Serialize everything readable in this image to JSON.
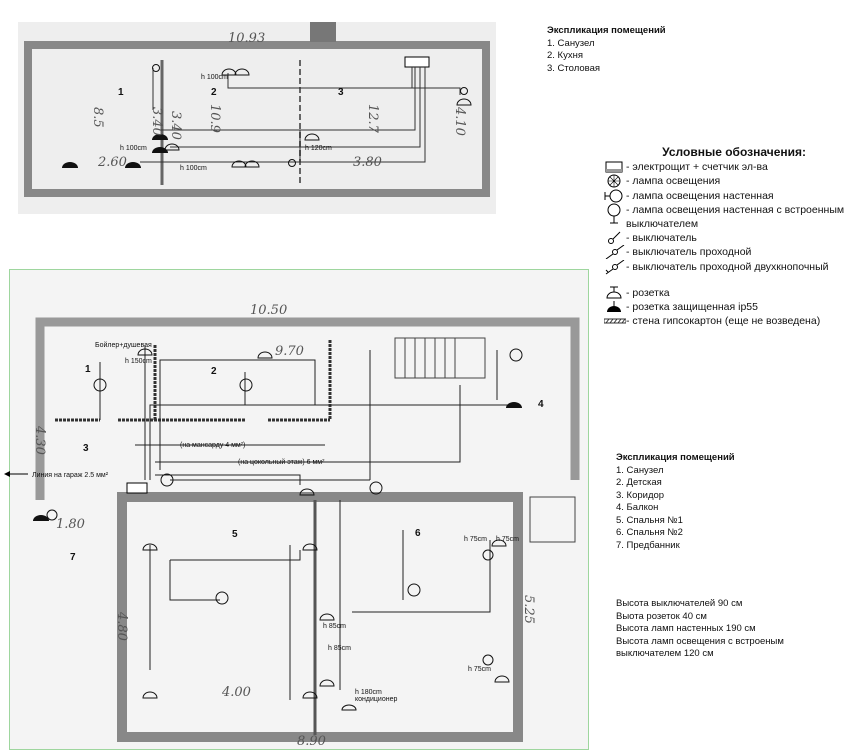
{
  "top_plan": {
    "dimension_top": "10.93",
    "rooms": [
      "1",
      "2",
      "3"
    ],
    "heights": [
      "h 100cm",
      "h 100cm",
      "h 120cm",
      "h 100cm"
    ],
    "handwritten": [
      "2.60",
      "3.80",
      "3.40",
      "3.40",
      "8.5",
      "10.9",
      "12.7",
      "4.10"
    ]
  },
  "top_explication": {
    "title": "Экспликация помещений",
    "items": [
      "1. Санузел",
      "2. Кухня",
      "3. Столовая"
    ]
  },
  "legend": {
    "title": "Условные обозначения:",
    "items": [
      {
        "icon": "panel-meter-icon",
        "label": "- электрощит + счетчик эл-ва"
      },
      {
        "icon": "ceiling-lamp-icon",
        "label": "- лампа освещения"
      },
      {
        "icon": "wall-lamp-icon",
        "label": "- лампа освещения настенная"
      },
      {
        "icon": "wall-lamp-switch-icon",
        "label": "- лампа освещения настенная с встроенным выключателем"
      },
      {
        "icon": "switch-icon",
        "label": "- выключатель"
      },
      {
        "icon": "pass-switch-icon",
        "label": "- выключатель проходной"
      },
      {
        "icon": "pass-switch-double-icon",
        "label": "- выключатель проходной двухкнопочный"
      },
      {
        "icon": "socket-icon",
        "label": "- розетка"
      },
      {
        "icon": "socket-ip55-icon",
        "label": "- розетка защищенная ip55"
      },
      {
        "icon": "drywall-icon",
        "label": "- стена гипсокартон (еще не возведена)"
      }
    ]
  },
  "bottom_plan": {
    "dimension_top": "10.50",
    "dimension_bottom": "8.90",
    "dimension_left": "4.30",
    "dimension_right": "5.25",
    "dim_180": "1.80",
    "dim_480": "4.80",
    "dim_400": "4.00",
    "dim_970": "9.70",
    "rooms": [
      "1",
      "2",
      "3",
      "4",
      "5",
      "6",
      "7"
    ],
    "boiler": "Бойлер+душевая",
    "h150": "h 150cm",
    "attic_line": "(на мансарду 4 мм²)",
    "basement_line": "(на цокольный этаж) 6 мм²",
    "garage_line": "Линия на гараж 2.5 мм²",
    "h75a": "h 75cm",
    "h75b": "h 75cm",
    "h75c": "h 75cm",
    "h85a": "h 85cm",
    "h85b": "h 85cm",
    "h180": "h 180cm",
    "ac": "кондиционер"
  },
  "bottom_explication": {
    "title": "Экспликация помещений",
    "items": [
      "1. Санузел",
      "2. Детская",
      "3. Коридор",
      "4. Балкон",
      "5. Спальня №1",
      "6. Спальня №2",
      "7. Предбанник"
    ]
  },
  "heights_notes": [
    "Высота выключателей 90 см",
    "Выота розеток 40 см",
    "Высота ламп настенных 190 см",
    "Высота ламп освещения с встроеным выключателем 120 см"
  ]
}
